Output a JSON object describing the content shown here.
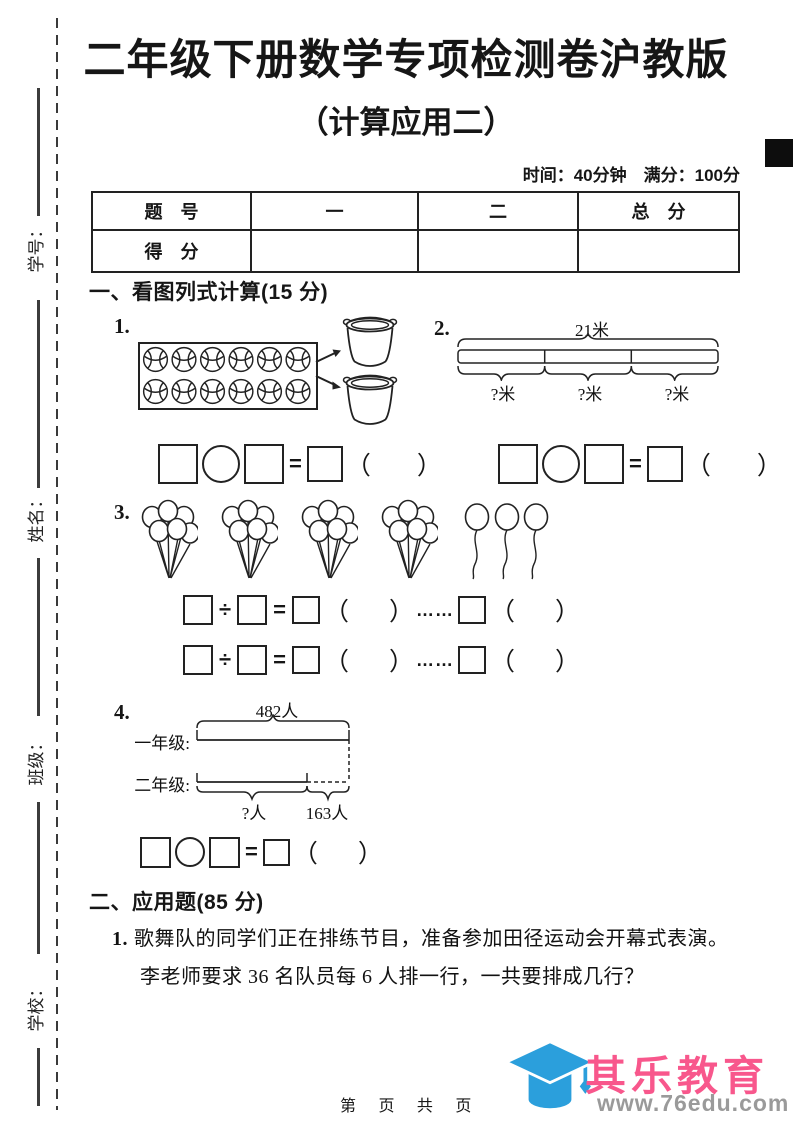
{
  "header": {
    "title": "二年级下册数学专项检测卷沪教版",
    "subtitle": "（计算应用二）",
    "exam_info": "时间：40分钟　满分：100分"
  },
  "sidebar": {
    "student_id_label": "学号：",
    "name_label": "姓名：",
    "class_label": "班级：",
    "school_label": "学校："
  },
  "score_table": {
    "headers": [
      "题　号",
      "一",
      "二",
      "总　分"
    ],
    "score_row_label": "得　分",
    "score_cells": [
      "",
      "",
      ""
    ]
  },
  "section_one": {
    "heading": "一、看图列式计算(15 分)",
    "p1": {
      "number": "1."
    },
    "p2": {
      "number": "2.",
      "total_label": "21米",
      "part_labels": [
        "?米",
        "?米",
        "?米"
      ]
    },
    "p3": {
      "number": "3."
    },
    "p4": {
      "number": "4.",
      "total_label": "482人",
      "bar1_label": "一年级:",
      "bar2_label": "二年级:",
      "unknown_label": "?人",
      "known_label": "163人"
    }
  },
  "equation_symbols": {
    "equals": "=",
    "divide": "÷",
    "open_paren": "（",
    "close_paren": "）",
    "remainder_dots": "……"
  },
  "section_two": {
    "heading": "二、应用题(85 分)",
    "p1": {
      "number": "1.",
      "line1": "歌舞队的同学们正在排练节目，准备参加田径运动会开幕式表演。",
      "line2": "李老师要求 36 名队员每 6 人排一行，一共要排成几行？"
    }
  },
  "footer": {
    "page_label": "第 页 共 页"
  },
  "logo": {
    "brand_name": "其乐教育",
    "website": "www.76edu.com"
  },
  "colors": {
    "cap_blue": "#2B9FDC",
    "brand_pink": "#F8578C",
    "url_gray": "#9A9A9A",
    "ink": "#1a1a1a"
  }
}
